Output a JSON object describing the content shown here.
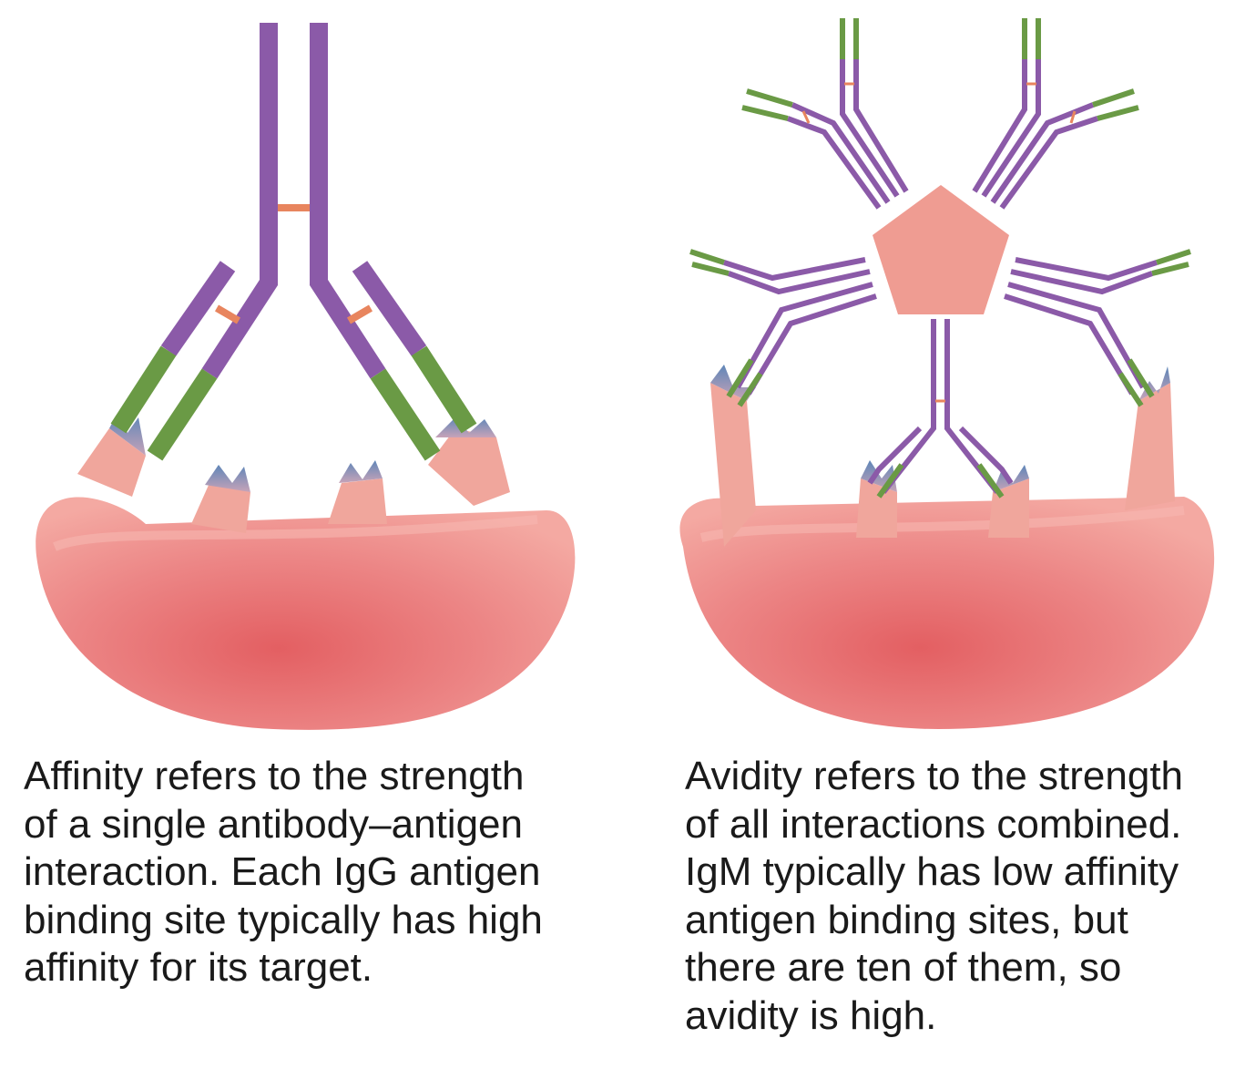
{
  "captions": {
    "affinity": [
      "Affinity refers to the strength",
      "of a single antibody–antigen",
      "interaction. Each IgG antigen",
      "binding site typically has high",
      "affinity for its target."
    ],
    "avidity": [
      "Avidity refers to the strength",
      "of all interactions combined.",
      "IgM typically has low affinity",
      "antigen binding sites, but",
      "there are ten of them, so",
      "avidity is high."
    ]
  },
  "colors": {
    "heavy_chain": "#8b5aa8",
    "variable_region": "#6a9a45",
    "disulfide_bond": "#e8855e",
    "cell_body": "#ec8a8a",
    "epitope": "#f0aaa0",
    "j_chain_pentagon": "#ef9c92"
  }
}
